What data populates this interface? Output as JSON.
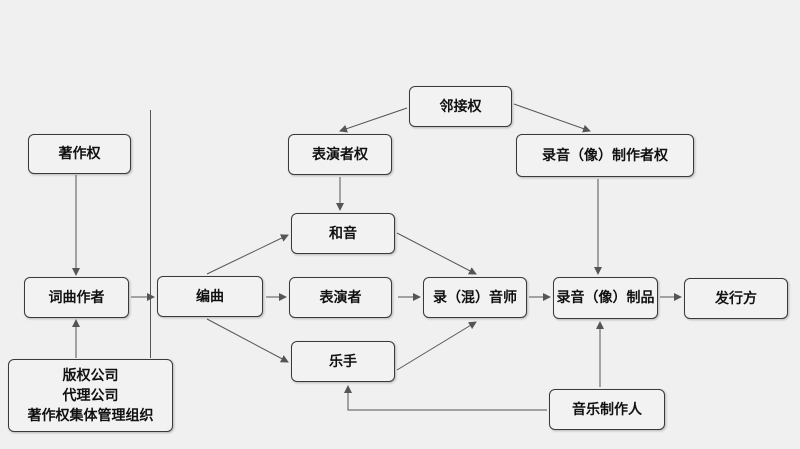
{
  "nodes": {
    "copyright": "著作权",
    "lyricist_composer": "词曲作者",
    "rights_orgs": [
      "版权公司",
      "代理公司",
      "著作权集体管理组织"
    ],
    "arrangement": "编曲",
    "neighboring_rights": "邻接权",
    "performer_rights": "表演者权",
    "recording_producer_rights": "录音（像）制作者权",
    "harmony": "和音",
    "performer": "表演者",
    "musicians": "乐手",
    "recording_mixing_engineer": "录（混）音师",
    "recording_product": "录音（像）制品",
    "publisher": "发行方",
    "music_producer": "音乐制作人"
  }
}
